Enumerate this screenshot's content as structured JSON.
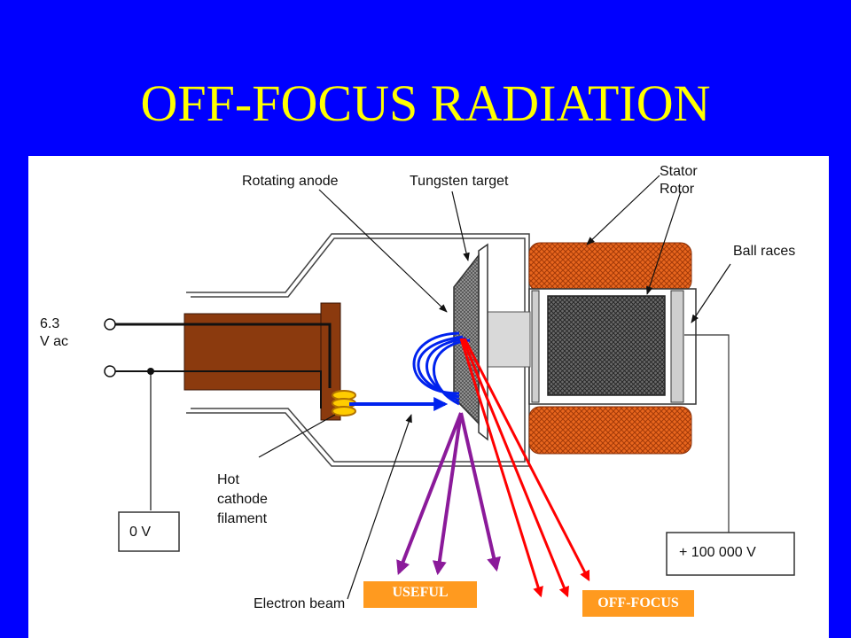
{
  "slide": {
    "title": "OFF-FOCUS RADIATION"
  },
  "labels": {
    "rotating_anode": "Rotating anode",
    "tungsten_target": "Tungsten target",
    "stator": "Stator",
    "rotor": "Rotor",
    "ball_races": "Ball races",
    "voltage_ac_value": "6.3",
    "voltage_ac_unit": "V ac",
    "hot": "Hot",
    "cathode": "cathode",
    "filament": "filament",
    "zero_volt": "0 V",
    "high_voltage": "+ 100 000 V",
    "electron_beam": "Electron beam"
  },
  "tags": {
    "useful": "USEFUL",
    "off_focus": "OFF-FOCUS"
  },
  "colors": {
    "background": "#0000ff",
    "title": "#ffff00",
    "cathode_cup": "#8b3a0e",
    "stator_coil": "#e8661e",
    "electron_path": "#0022ee",
    "useful_rays": "#8b1a9a",
    "off_focus_rays": "#ff0000",
    "tag_background": "#ff9a1f"
  }
}
